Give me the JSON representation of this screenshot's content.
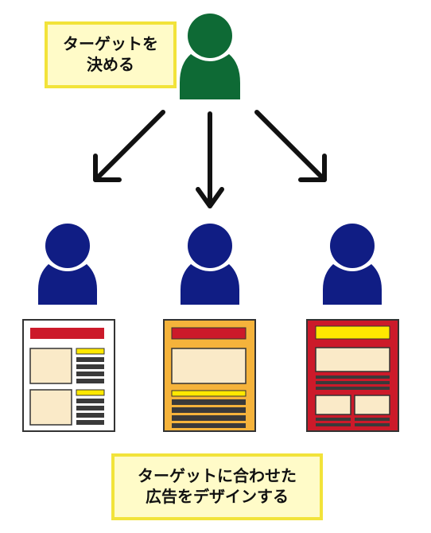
{
  "top_label": {
    "line1": "ターゲットを",
    "line2": "決める"
  },
  "bottom_label": {
    "line1": "ターゲットに合わせた",
    "line2": "広告をデザインする"
  },
  "colors": {
    "decider": "#0e6a35",
    "target": "#101d84",
    "label_bg": "#fffbc8",
    "label_border": "#f2e33a",
    "ad_red": "#cc1a2a",
    "ad_yellow": "#ffe800",
    "ad_cream": "#faeac8",
    "ad_dark": "#3a3a3a",
    "ad_orange": "#f5b33b"
  },
  "icons": [
    "person-icon",
    "arrow-icon"
  ]
}
